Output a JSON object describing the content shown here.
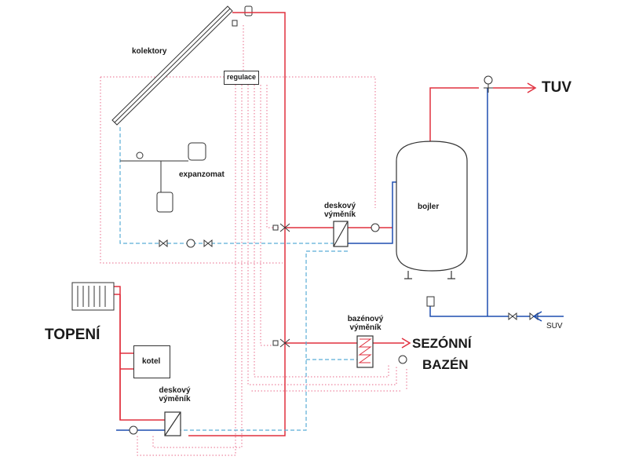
{
  "labels": {
    "kolektory": "kolektory",
    "regulace": "regulace",
    "expanzomat": "expanzomat",
    "deskovy_1_line1": "deskový",
    "deskovy_1_line2": "výměník",
    "bojler": "bojler",
    "tuv": "TUV",
    "suv": "SUV",
    "topeni": "TOPENÍ",
    "kotel": "kotel",
    "bazenovy_line1": "bazénový",
    "bazenovy_line2": "výměník",
    "sezonni": "SEZÓNNÍ",
    "bazen": "BAZÉN",
    "deskovy_2_line1": "deskový",
    "deskovy_2_line2": "výměník"
  },
  "colors": {
    "hot": "#e0303f",
    "cold": "#1f4fb0",
    "solar_return": "#5aaed6",
    "control": "#e86a8a",
    "outline": "#333333"
  }
}
